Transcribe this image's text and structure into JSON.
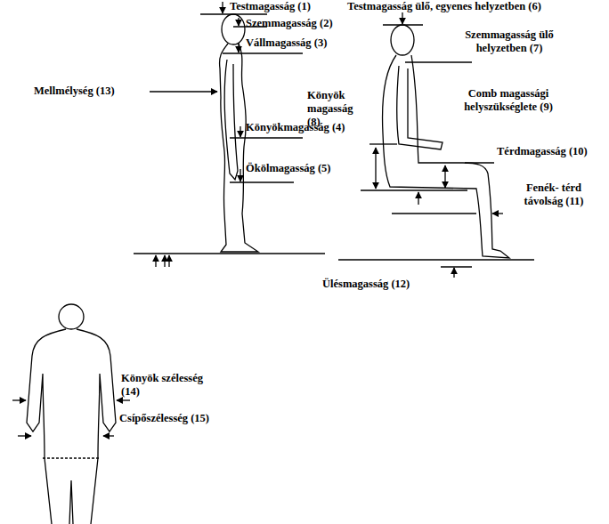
{
  "diagram": {
    "labels": [
      "Testmagasság (1)",
      "Szemmagasság (2)",
      "Vállmagasság (3)",
      "Mellmélység (13)",
      "Könyökmagasság (4)",
      "Ökölmagasság (5)",
      "Testmagasság ülő, egyenes helyzetben (6)",
      "Szemmagasság ülő helyzetben (7)",
      "Könyök magasság (8)",
      "Comb magassági helyszükséglete (9)",
      "Térdmagasság (10)",
      "Fenék- térd távolság (11)",
      "Ülésmagasság (12)",
      "Könyök szélesség (14)",
      "Csípőszélesség (15)"
    ]
  }
}
